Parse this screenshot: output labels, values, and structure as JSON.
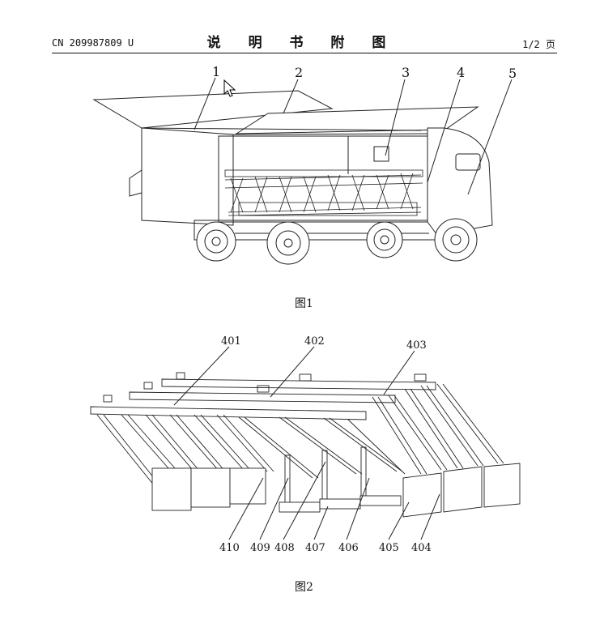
{
  "header": {
    "patent_number": "CN 209987809 U",
    "title": "说 明 书 附 图",
    "page": "1/2 页"
  },
  "figure1": {
    "caption": "图1",
    "labels": [
      "1",
      "2",
      "3",
      "4",
      "5"
    ]
  },
  "figure2": {
    "caption": "图2",
    "labels_top": [
      "401",
      "402",
      "403"
    ],
    "labels_bottom": [
      "410",
      "409",
      "408",
      "407",
      "406",
      "405",
      "404"
    ]
  },
  "icons": {
    "cursor": "arrow-cursor-icon"
  }
}
